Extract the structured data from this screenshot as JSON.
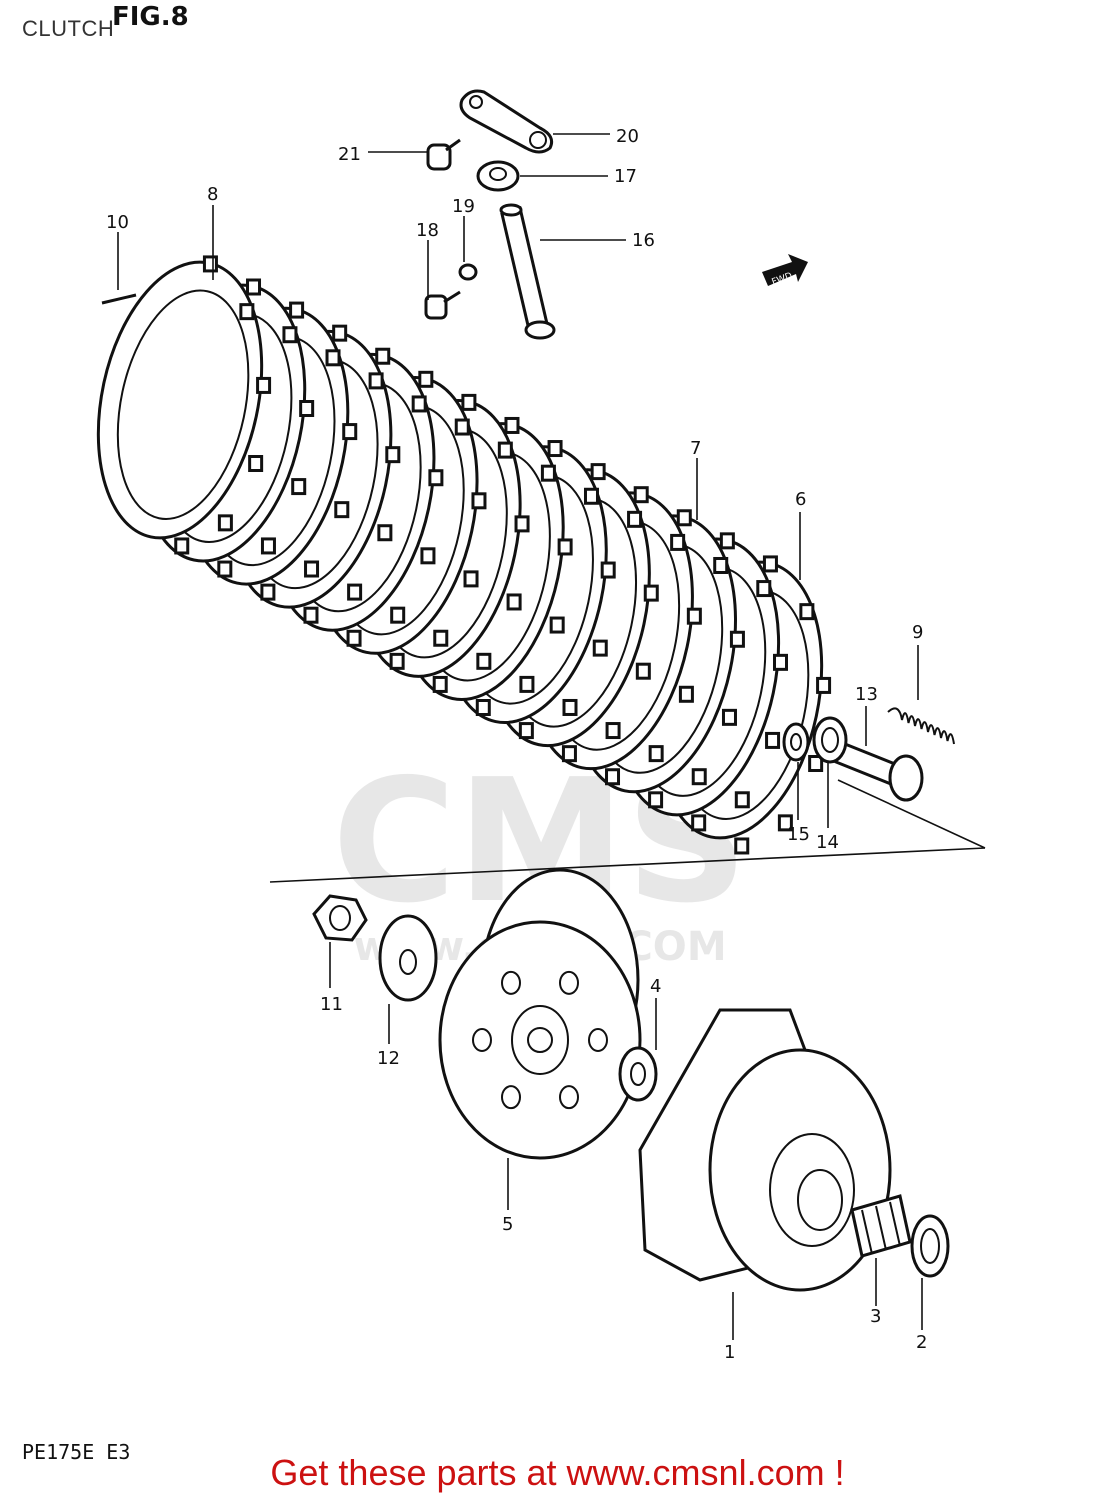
{
  "header": {
    "title": "CLUTCH",
    "figure": "FIG.8"
  },
  "footer": {
    "model": "PE175E E3",
    "link_text": "Get these parts at www.cmsnl.com !"
  },
  "watermark": {
    "text": "CMS",
    "subtext": "www.cmsnl.COM"
  },
  "fwd_label": "FWD",
  "callouts": [
    "1",
    "2",
    "3",
    "4",
    "5",
    "6",
    "7",
    "8",
    "9",
    "10",
    "11",
    "12",
    "13",
    "14",
    "15",
    "16",
    "17",
    "18",
    "19",
    "20",
    "21"
  ],
  "colors": {
    "footer": "#cc1111",
    "lines": "#111111",
    "watermark": "#cfcfcf"
  }
}
